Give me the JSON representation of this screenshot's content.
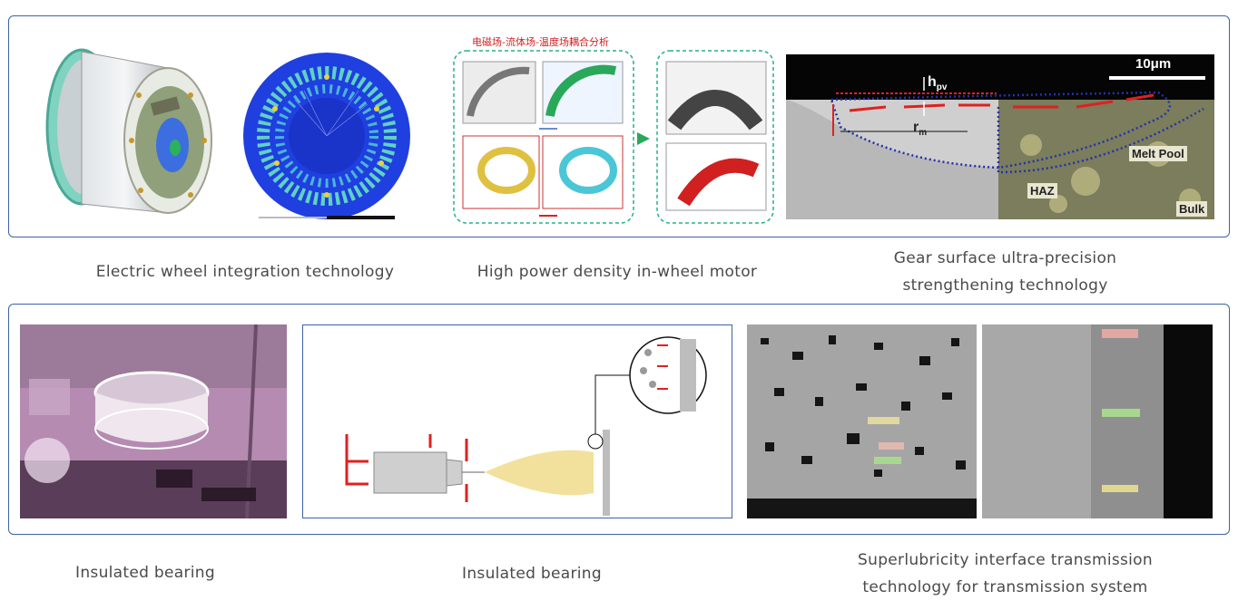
{
  "top_panel": {
    "captions": {
      "wheel": "Electric wheel integration technology",
      "motor": "High power density in-wheel motor",
      "gear_line1": "Gear surface ultra-precision",
      "gear_line2": "strengthening technology"
    },
    "coupling_figure": {
      "title": "电磁场-流体场-温度场耦合分析"
    },
    "gear_figure": {
      "scale_bar": "10μm",
      "h_pv": "h",
      "h_pv_sub": "pv",
      "r_m": "r",
      "r_m_sub": "m",
      "melt_pool": "Melt Pool",
      "haz": "HAZ",
      "bulk": "Bulk"
    }
  },
  "bottom_panel": {
    "captions": {
      "bearing_photo": "Insulated bearing",
      "bearing_spray": "Insulated bearing",
      "superlub_line1": "Superlubricity interface transmission",
      "superlub_line2": "technology for transmission system"
    }
  },
  "colors": {
    "panel_border": "#3d63a6",
    "caption_text": "#4a4a4a",
    "stator_blue": "#1f3fe0",
    "arrow_red": "#e02020",
    "dotted_blue": "#2233aa"
  }
}
